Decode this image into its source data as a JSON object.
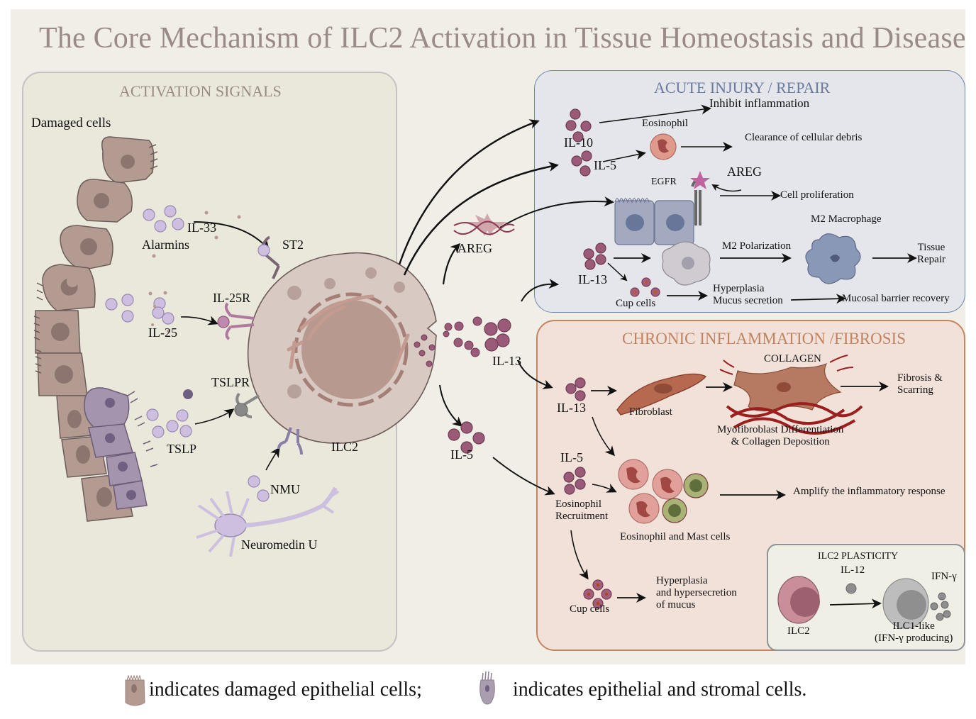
{
  "title": "The Core Mechanism of ILC2 Activation in Tissue Homeostasis and Disease",
  "colors": {
    "background": "#f1eee7",
    "activation_panel": "#eae7db",
    "acute_panel": "#e5e6ec",
    "acute_border": "#6f86ad",
    "chronic_panel": "#f2e1d9",
    "chronic_border": "#c4865d",
    "plasticity_panel": "#efefe5",
    "cytokine": "#9a5a78",
    "alarmin": "#cdbfdf",
    "damaged_cell": "#b39b91",
    "stromal_cell": "#a594ad",
    "ilc2_cell": "#d8c9c3",
    "collagen": "#9b1f1f"
  },
  "activation_panel": {
    "header": "ACTIVATION SIGNALS",
    "damaged_cells_label": "Damaged cells",
    "il33": "IL-33",
    "alarmins": "Alarmins",
    "st2": "ST2",
    "il25r": "IL-25R",
    "il25": "IL-25",
    "tslpr": "TSLPR",
    "tslp": "TSLP",
    "ilc2": "ILC2",
    "nmu": "NMU",
    "neuromedin": "Neuromedin U"
  },
  "center": {
    "areg": "AREG",
    "il13": "IL-13",
    "il5": "IL-5"
  },
  "acute_panel": {
    "header": "ACUTE INJURY / REPAIR",
    "inhibit_inflammation": "Inhibit inflammation",
    "eosinophil": "Eosinophil",
    "il10": "IL-10",
    "il5": "IL-5",
    "clearance": "Clearance of cellular debris",
    "egfr": "EGFR",
    "areg": "AREG",
    "cell_proliferation": "Cell proliferation",
    "m2_macrophage": "M2 Macrophage",
    "m2_polarization": "M2 Polarization",
    "tissue_repair_1": "Tissue",
    "tissue_repair_2": "Repair",
    "il13": "IL-13",
    "cup_cells": "Cup cells",
    "hyperplasia": "Hyperplasia",
    "mucus_secretion": "Mucus secretion",
    "mucosal_recovery": "Mucosal barrier recovery"
  },
  "chronic_panel": {
    "header": "CHRONIC INFLAMMATION /FIBROSIS",
    "il13": "IL-13",
    "fibroblast": "Fibroblast",
    "collagen": "COLLAGEN",
    "myofibroblast_1": "Myofibroblast Differentiation",
    "myofibroblast_2": "& Collagen Deposition",
    "fibrosis_1": "Fibrosis &",
    "fibrosis_2": "Scarring",
    "il5": "IL-5",
    "eos_recruit_1": "Eosinophil",
    "eos_recruit_2": "Recruitment",
    "eos_mast": "Eosinophil and Mast cells",
    "amplify": "Amplify the inflammatory response",
    "cup_cells": "Cup cells",
    "hyper_1": "Hyperplasia",
    "hyper_2": "and hypersecretion",
    "hyper_3": "of mucus"
  },
  "plasticity_panel": {
    "header": "ILC2 PLASTICITY",
    "il12": "IL-12",
    "ifng": "IFN-γ",
    "ilc2": "ILC2",
    "ilc1_like_1": "ILC1-like",
    "ilc1_like_2": "(IFN-γ producing)"
  },
  "legend": {
    "damaged_text": "indicates damaged epithelial cells;",
    "stromal_text": "indicates epithelial and stromal cells.",
    "damaged_icon": "damaged-epithelial-cell-icon",
    "stromal_icon": "stromal-cell-icon"
  }
}
